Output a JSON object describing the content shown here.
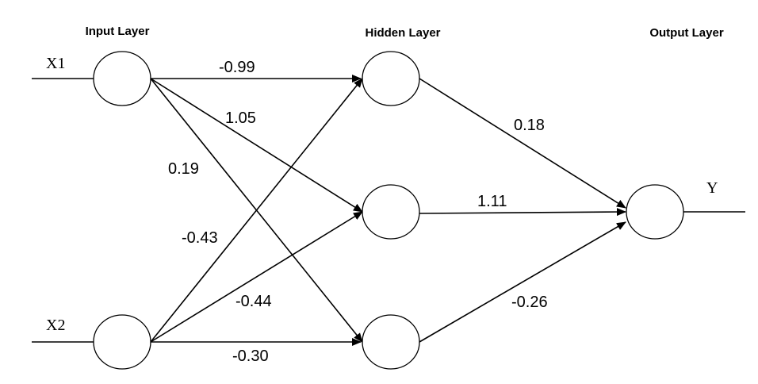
{
  "layers": {
    "input": "Input Layer",
    "hidden": "Hidden Layer",
    "output": "Output Layer"
  },
  "inputs": [
    "X1",
    "X2"
  ],
  "output": "Y",
  "weights_input_hidden": {
    "x1_h1": "-0.99",
    "x1_h2": "1.05",
    "x1_h3": "0.19",
    "x2_h1": "-0.43",
    "x2_h2": "-0.44",
    "x2_h3": "-0.30"
  },
  "weights_hidden_output": {
    "h1_y": "0.18",
    "h2_y": "1.11",
    "h3_y": "-0.26"
  }
}
